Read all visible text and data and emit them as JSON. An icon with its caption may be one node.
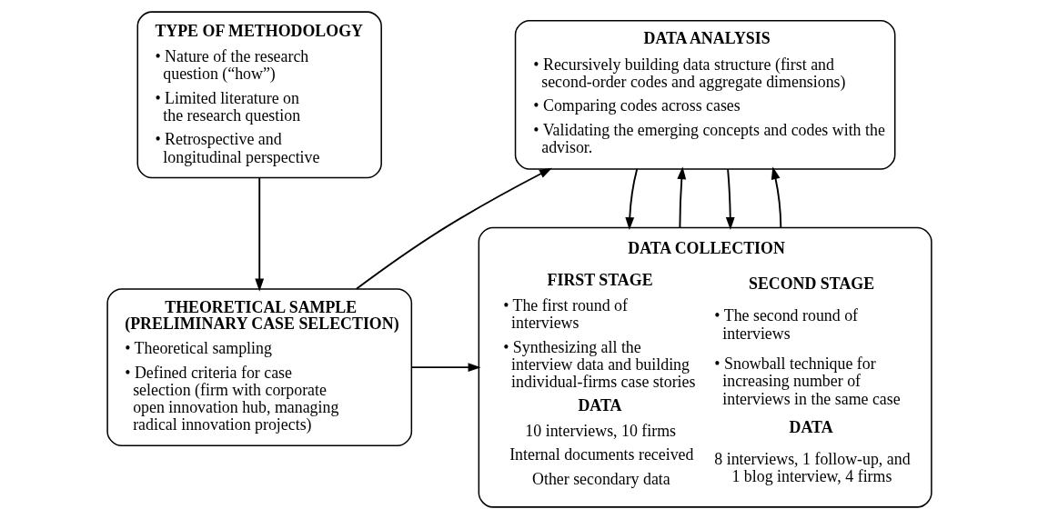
{
  "diagram": {
    "nodes": [
      {
        "text": [
          "TYPE OF METHODOLOGY",
          "• Nature of the research question (“how”)",
          "• Limited literature on the research question",
          "• Retrospective and longitudinal perspective"
        ]
      },
      {
        "text": [
          "THEORETICAL SAMPLE (PRELIMINARY CASE SELECTION)",
          "• Theoretical sampling",
          "• Defined criteria for case selection (firm with corporate open innovation hub, managing radical innovation projects)"
        ]
      },
      {
        "text": [
          "DATA ANALYSIS",
          "• Recursively building data structure (first and second-order codes and aggregate dimensions)",
          "• Comparing codes across cases",
          "• Validating the emerging concepts and codes with the advisor."
        ]
      },
      {
        "text": [
          "DATA COLLECTION",
          "FIRST STAGE",
          "• The first round of interviews",
          "• Synthesizing all the interview data and building individual-firms case stories",
          "DATA",
          "10 interviews, 10 firms",
          "Internal documents received",
          "Other secondary data",
          "SECOND STAGE",
          "• The second round of interviews",
          "• Snowball technique for increasing number of interviews in the same case",
          "DATA",
          "8 interviews, 1 follow-up, and 1 blog interview, 4 firms"
        ]
      }
    ],
    "edges": [
      {
        "from": 0,
        "to": 1,
        "arrow": "to"
      },
      {
        "from": 1,
        "to": 2,
        "arrow": "to"
      },
      {
        "from": 1,
        "to": 3,
        "arrow": "to"
      },
      {
        "from": 2,
        "to": 3,
        "arrow": "to"
      },
      {
        "from": 3,
        "to": 2,
        "arrow": "to"
      },
      {
        "from": 2,
        "to": 3,
        "arrow": "to"
      },
      {
        "from": 3,
        "to": 2,
        "arrow": "to"
      }
    ]
  }
}
